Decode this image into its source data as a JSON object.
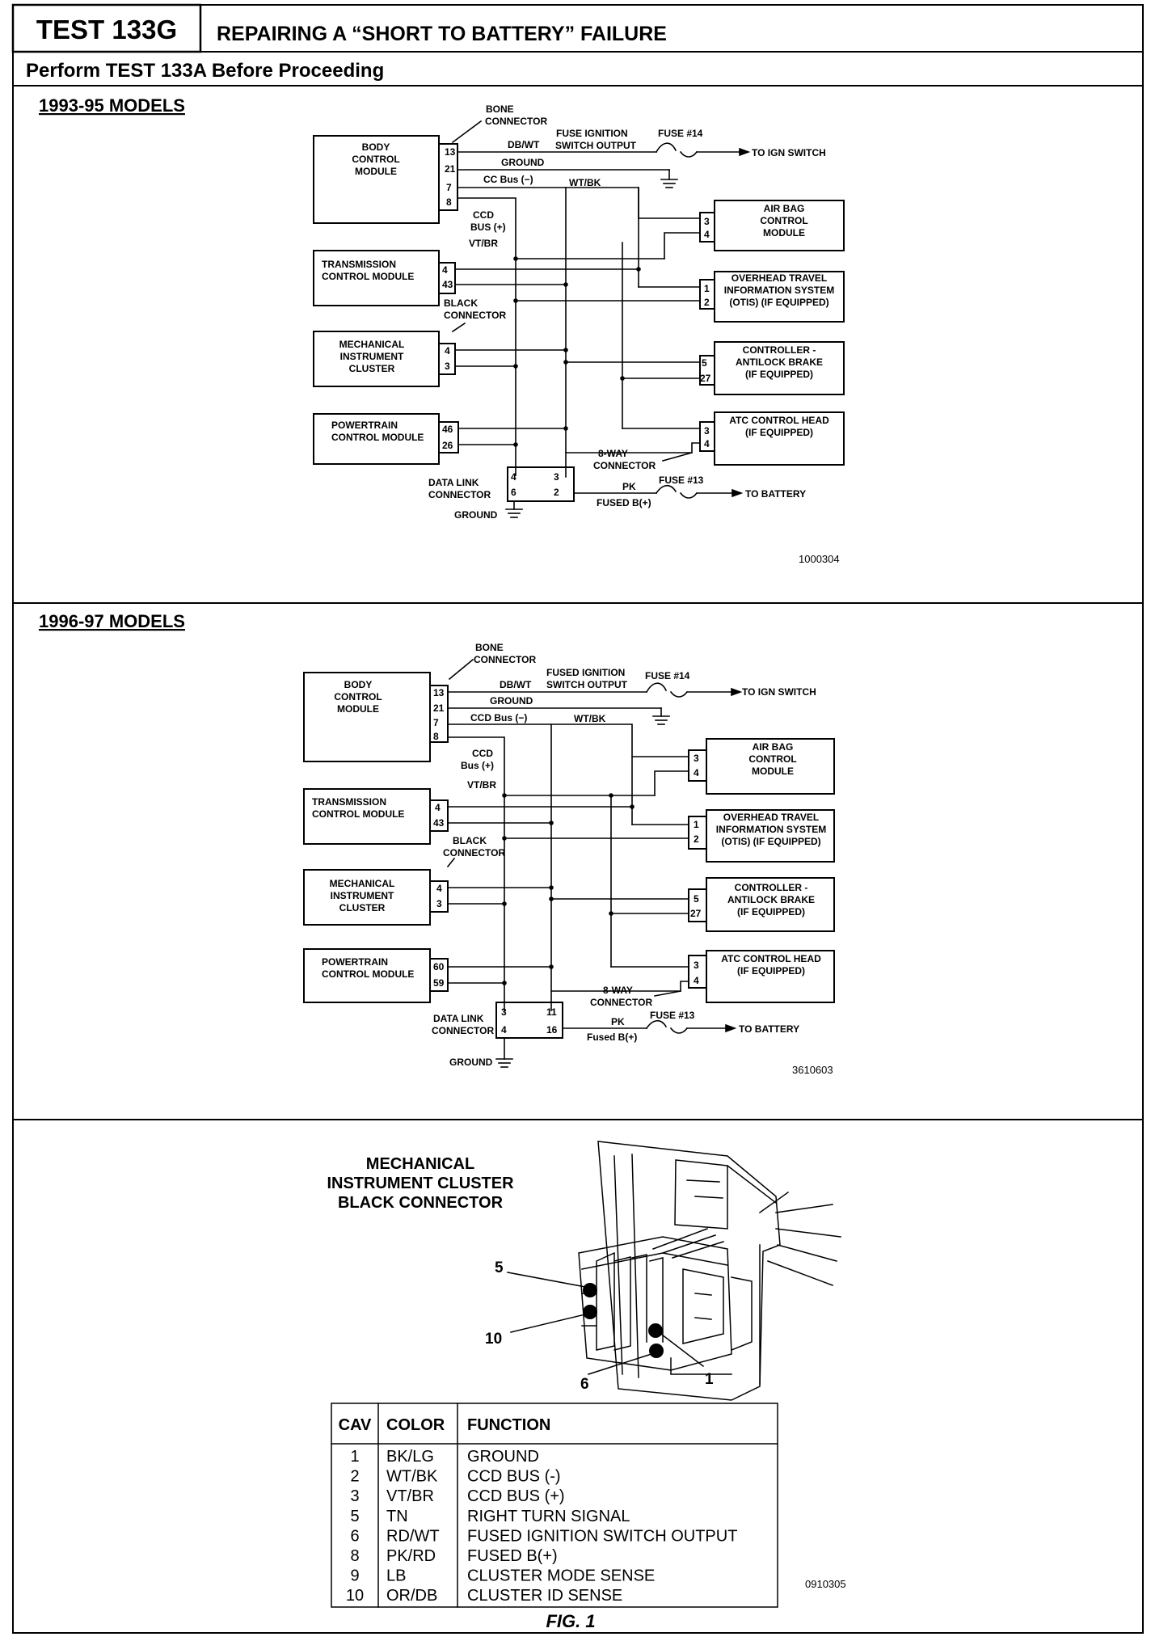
{
  "header": {
    "test_id": "TEST 133G",
    "title": "REPAIRING A “SHORT TO BATTERY” FAILURE",
    "subtitle": "Perform TEST 133A Before Proceeding"
  },
  "diagram_9395": {
    "heading": "1993-95 MODELS",
    "bcm": [
      "BODY",
      "CONTROL",
      "MODULE"
    ],
    "bcm_pins": [
      "13",
      "21",
      "7",
      "8"
    ],
    "bone_connector": [
      "BONE",
      "CONNECTOR"
    ],
    "dbwt": "DB/WT",
    "fuse_ign": [
      "FUSE IGNITION",
      "SWITCH OUTPUT"
    ],
    "fuse14": "FUSE #14",
    "to_ign": "TO IGN SWITCH",
    "ground": "GROUND",
    "ccd_minus": "CC Bus (−)",
    "wtbk": "WT/BK",
    "ccd_plus": [
      "CCD",
      "BUS (+)"
    ],
    "vtbr": "VT/BR",
    "tcm": [
      "TRANSMISSION",
      "CONTROL MODULE"
    ],
    "tcm_pins": [
      "4",
      "43"
    ],
    "black_connector": [
      "BLACK",
      "CONNECTOR"
    ],
    "mic": [
      "MECHANICAL",
      "INSTRUMENT",
      "CLUSTER"
    ],
    "mic_pins": [
      "4",
      "3"
    ],
    "pcm": [
      "POWERTRAIN",
      "CONTROL MODULE"
    ],
    "pcm_pins": [
      "46",
      "26"
    ],
    "airbag": [
      "AIR BAG",
      "CONTROL",
      "MODULE"
    ],
    "airbag_pins": [
      "3",
      "4"
    ],
    "otis": [
      "OVERHEAD TRAVEL",
      "INFORMATION SYSTEM",
      "(OTIS) (IF EQUIPPED)"
    ],
    "otis_pins": [
      "1",
      "2"
    ],
    "abs": [
      "CONTROLLER -",
      "ANTILOCK BRAKE",
      "(IF EQUIPPED)"
    ],
    "abs_pins": [
      "5",
      "27"
    ],
    "atc": [
      "ATC CONTROL HEAD",
      "(IF EQUIPPED)"
    ],
    "atc_pins": [
      "3",
      "4"
    ],
    "eight_way": [
      "8-WAY",
      "CONNECTOR"
    ],
    "dlc": [
      "DATA LINK",
      "CONNECTOR"
    ],
    "dlc_pins": [
      "4",
      "3",
      "6",
      "2"
    ],
    "pk": "PK",
    "fused_b": "FUSED B(+)",
    "fuse13": "FUSE #13",
    "to_battery": "TO BATTERY",
    "dlc_ground": "GROUND",
    "fig_id": "1000304"
  },
  "diagram_9697": {
    "heading": "1996-97 MODELS",
    "bcm": [
      "BODY",
      "CONTROL",
      "MODULE"
    ],
    "bcm_pins": [
      "13",
      "21",
      "7",
      "8"
    ],
    "bone_connector": [
      "BONE",
      "CONNECTOR"
    ],
    "dbwt": "DB/WT",
    "fuse_ign": [
      "FUSED IGNITION",
      "SWITCH OUTPUT"
    ],
    "fuse14": "FUSE #14",
    "to_ign": "TO IGN SWITCH",
    "ground": "GROUND",
    "ccd_minus": "CCD Bus (−)",
    "wtbk": "WT/BK",
    "ccd_plus": [
      "CCD",
      "Bus (+)"
    ],
    "vtbr": "VT/BR",
    "tcm": [
      "TRANSMISSION",
      "CONTROL MODULE"
    ],
    "tcm_pins": [
      "4",
      "43"
    ],
    "black_connector": [
      "BLACK",
      "CONNECTOR"
    ],
    "mic": [
      "MECHANICAL",
      "INSTRUMENT",
      "CLUSTER"
    ],
    "mic_pins": [
      "4",
      "3"
    ],
    "pcm": [
      "POWERTRAIN",
      "CONTROL MODULE"
    ],
    "pcm_pins": [
      "60",
      "59"
    ],
    "airbag": [
      "AIR BAG",
      "CONTROL",
      "MODULE"
    ],
    "airbag_pins": [
      "3",
      "4"
    ],
    "otis": [
      "OVERHEAD TRAVEL",
      "INFORMATION SYSTEM",
      "(OTIS) (IF EQUIPPED)"
    ],
    "otis_pins": [
      "1",
      "2"
    ],
    "abs": [
      "CONTROLLER -",
      "ANTILOCK BRAKE",
      "(IF EQUIPPED)"
    ],
    "abs_pins": [
      "5",
      "27"
    ],
    "atc": [
      "ATC CONTROL HEAD",
      "(IF EQUIPPED)"
    ],
    "atc_pins": [
      "3",
      "4"
    ],
    "eight_way": [
      "8-WAY",
      "CONNECTOR"
    ],
    "dlc": [
      "DATA LINK",
      "CONNECTOR"
    ],
    "dlc_pins": [
      "3",
      "11",
      "4",
      "16"
    ],
    "pk": "PK",
    "fused_b": "Fused B(+)",
    "fuse13": "FUSE #13",
    "to_battery": "TO BATTERY",
    "dlc_ground": "GROUND",
    "fig_id": "3610603"
  },
  "connector": {
    "title": [
      "MECHANICAL",
      "INSTRUMENT CLUSTER",
      "BLACK CONNECTOR"
    ],
    "callouts": [
      "5",
      "10",
      "6",
      "1"
    ],
    "fig_id": "0910305",
    "caption": "FIG. 1",
    "table": {
      "headers": [
        "CAV",
        "COLOR",
        "FUNCTION"
      ],
      "rows": [
        [
          "1",
          "BK/LG",
          "GROUND"
        ],
        [
          "2",
          "WT/BK",
          "CCD BUS (-)"
        ],
        [
          "3",
          "VT/BR",
          "CCD BUS (+)"
        ],
        [
          "5",
          "TN",
          "RIGHT TURN SIGNAL"
        ],
        [
          "6",
          "RD/WT",
          "FUSED IGNITION SWITCH OUTPUT"
        ],
        [
          "8",
          "PK/RD",
          "FUSED B(+)"
        ],
        [
          "9",
          "LB",
          "CLUSTER MODE SENSE"
        ],
        [
          "10",
          "OR/DB",
          "CLUSTER ID SENSE"
        ]
      ]
    }
  }
}
